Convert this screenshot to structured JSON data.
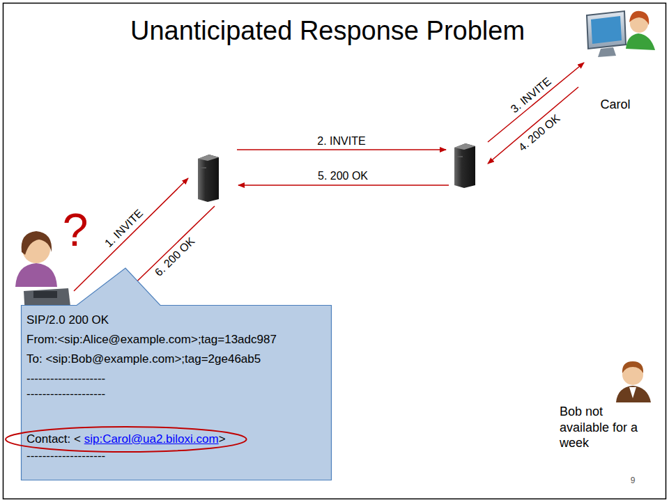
{
  "diagram": {
    "title": "Unanticipated Response Problem",
    "nodes": [
      {
        "text": [
          "SIP/2.0 200 OK",
          "From:<sip:Alice@example.com>;tag=13adc987",
          "To: <sip:Bob@example.com>;tag=2ge46ab5",
          "--------------------",
          "--------------------",
          "Contact: < sip:Carol@ua2.biloxi.com>",
          "--------------------"
        ]
      }
    ],
    "labels": [
      "?",
      "1. INVITE",
      "2. INVITE",
      "3. INVITE",
      "4. 200 OK",
      "5. 200 OK",
      "6. 200 OK",
      "Carol",
      "Bob not available for a week",
      "9"
    ]
  }
}
